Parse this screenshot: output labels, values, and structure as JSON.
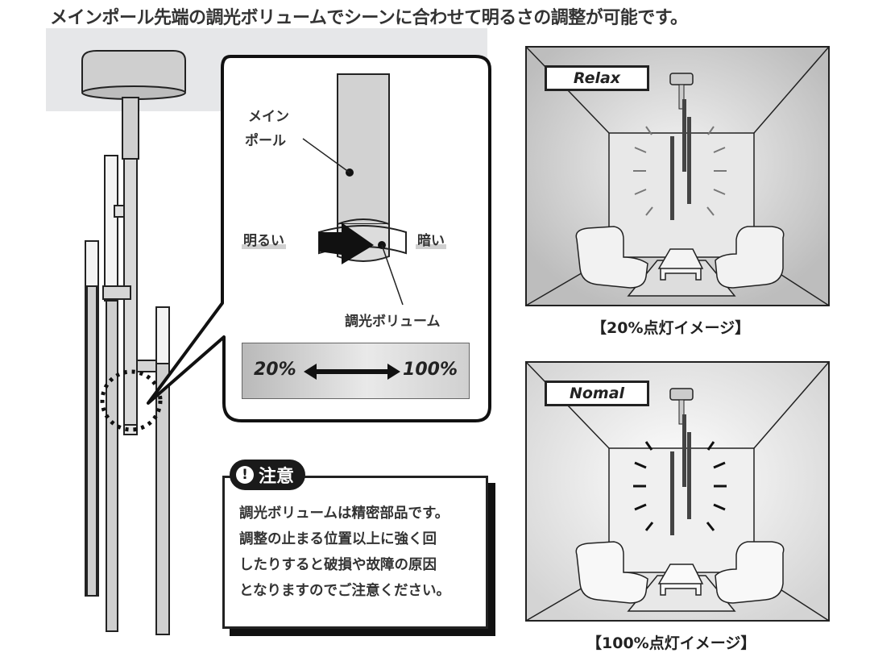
{
  "headline": "メインポール先端の調光ボリュームでシーンに合わせて明るさの調整が可能です。",
  "detail_callout": {
    "main_pole_label_line1": "メイン",
    "main_pole_label_line2": "ポール",
    "brighter_label": "明るい",
    "darker_label": "暗い",
    "dimmer_label": "調光ボリューム",
    "range": {
      "low": "20%",
      "high": "100%",
      "arrow": "double-arrow-icon"
    }
  },
  "caution": {
    "title": "注意",
    "icon": "exclamation-icon",
    "lines": [
      "調光ボリュームは精密部品です。",
      "調整の止まる位置以上に強く回",
      "したりすると破損や故障の原因",
      "となりますのでご注意ください。"
    ]
  },
  "scenes": [
    {
      "tag": "Relax",
      "caption": "【20%点灯イメージ】",
      "brightness": 20
    },
    {
      "tag": "Nomal",
      "caption": "【100%点灯イメージ】",
      "brightness": 100
    }
  ],
  "colors": {
    "line": "#222222",
    "fixture_fill": "#cfcfcf",
    "band": "#e6e7e9",
    "room_dim": "#c8c8c8",
    "room_bright": "#f2f2f2"
  }
}
